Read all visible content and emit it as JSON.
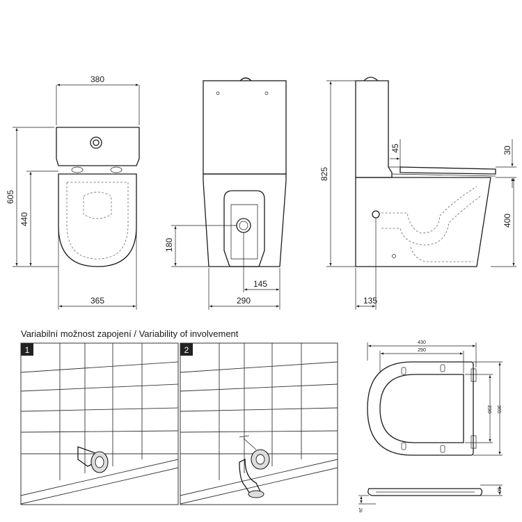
{
  "dimensions": {
    "top_width": "380",
    "total_depth": "605",
    "front_depth": "440",
    "bottom_width": "365",
    "outlet_height": "180",
    "outlet_offset": "145",
    "base_width": "290",
    "total_height": "825",
    "seat_offset": "45",
    "seat_thickness": "30",
    "seat_height": "400",
    "rear_offset": "135"
  },
  "variability": {
    "heading": "Variabilní možnost zapojení / Variability of involvement",
    "panel_1_number": "1",
    "panel_2_number": "2"
  },
  "seat_drawing": {
    "width_total": "430",
    "width_inner": "290",
    "length_total": "365",
    "length_inner": "230",
    "thickness": "50",
    "side_small": "26"
  }
}
